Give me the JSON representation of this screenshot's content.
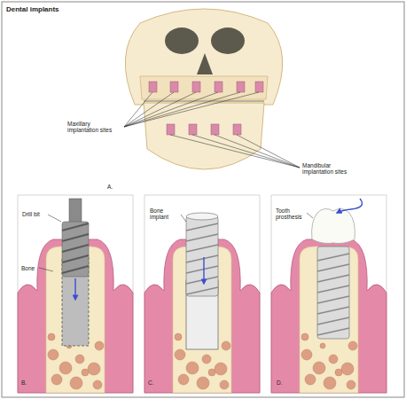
{
  "diagram": {
    "title": "Dental implants",
    "labels": [
      "Maxillary implantation sites",
      "Mandibular implantation sites",
      "A.",
      "Drill bit",
      "Bone",
      "B.",
      "Bone implant",
      "C.",
      "Tooth prosthesis",
      "D."
    ]
  }
}
